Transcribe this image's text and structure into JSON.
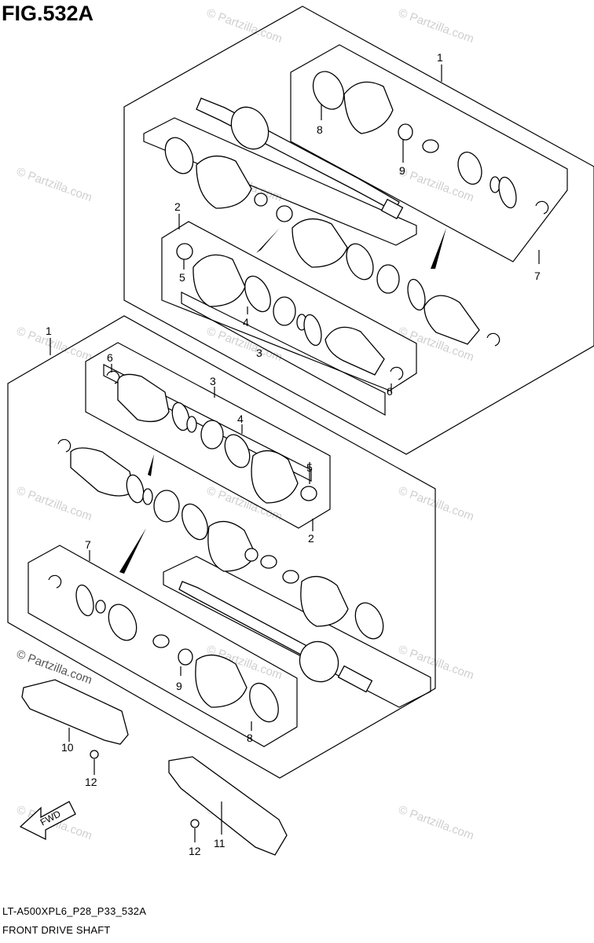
{
  "header": {
    "figure_label": "FIG.532A"
  },
  "footer": {
    "diagram_code": "LT-A500XPL6_P28_P33_532A",
    "diagram_name": "FRONT DRIVE SHAFT"
  },
  "watermark": {
    "text": "© Partzilla.com",
    "dark_text": "© Partzilla.com"
  },
  "fwd_label": "FWD",
  "callouts": {
    "n1a": "1",
    "n1b": "1",
    "n2a": "2",
    "n2b": "2",
    "n3a": "3",
    "n3b": "3",
    "n4a": "4",
    "n4b": "4",
    "n5a": "5",
    "n5b": "5",
    "n6a": "6",
    "n6b": "6",
    "n7a": "7",
    "n7b": "7",
    "n8a": "8",
    "n8b": "8",
    "n9a": "9",
    "n9b": "9",
    "n10": "10",
    "n11": "11",
    "n12a": "12",
    "n12b": "12"
  }
}
